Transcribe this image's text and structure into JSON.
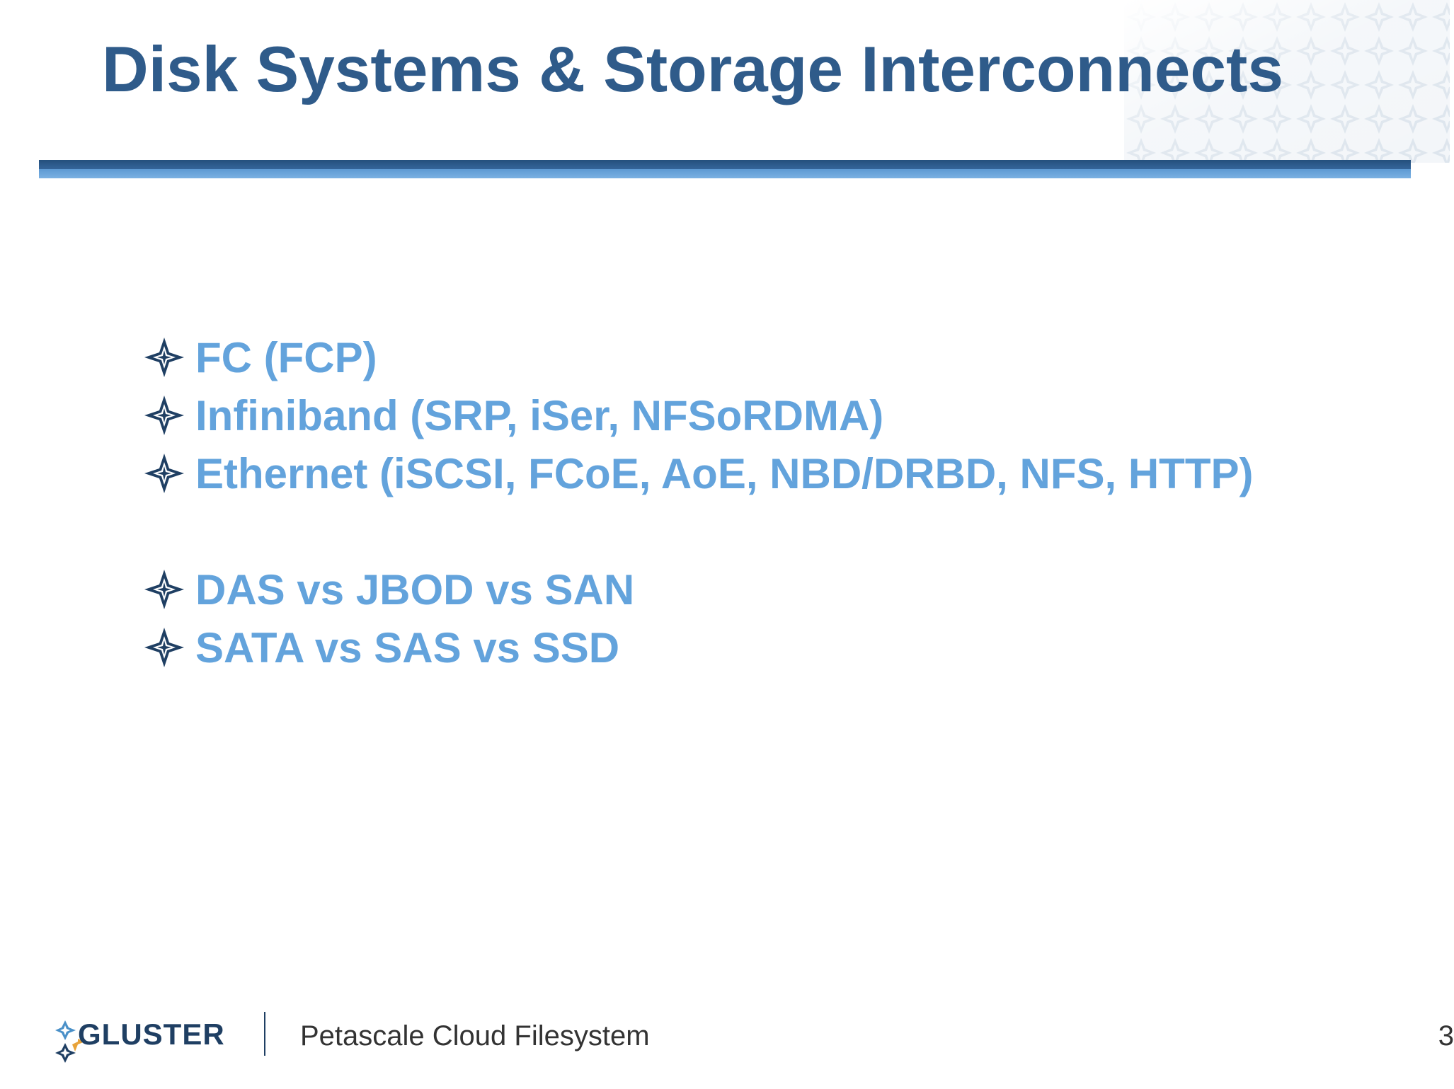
{
  "slide": {
    "title": "Disk Systems & Storage Interconnects",
    "bullet_groups": [
      [
        {
          "text": "FC (FCP)",
          "icon": "diamond-star-icon"
        },
        {
          "text": "Infiniband (SRP, iSer, NFSoRDMA)",
          "icon": "diamond-star-icon"
        },
        {
          "text": "Ethernet (iSCSI, FCoE, AoE, NBD/DRBD, NFS, HTTP)",
          "icon": "diamond-star-icon"
        }
      ],
      [
        {
          "text": "DAS vs JBOD vs SAN",
          "icon": "diamond-star-icon"
        },
        {
          "text": "SATA vs SAS vs SSD",
          "icon": "diamond-star-icon"
        }
      ]
    ]
  },
  "footer": {
    "logo_text": "GLUSTER",
    "subtitle": "Petascale Cloud Filesystem",
    "page_number": "3"
  },
  "colors": {
    "title": "#2f5b8a",
    "bullet_text": "#63a3dc",
    "bullet_icon": "#1f3f63",
    "rule_dark": "#2a5586",
    "rule_light": "#6aa6dc",
    "logo_accent": "#e8a33a",
    "logo_blue": "#4a90c8"
  }
}
